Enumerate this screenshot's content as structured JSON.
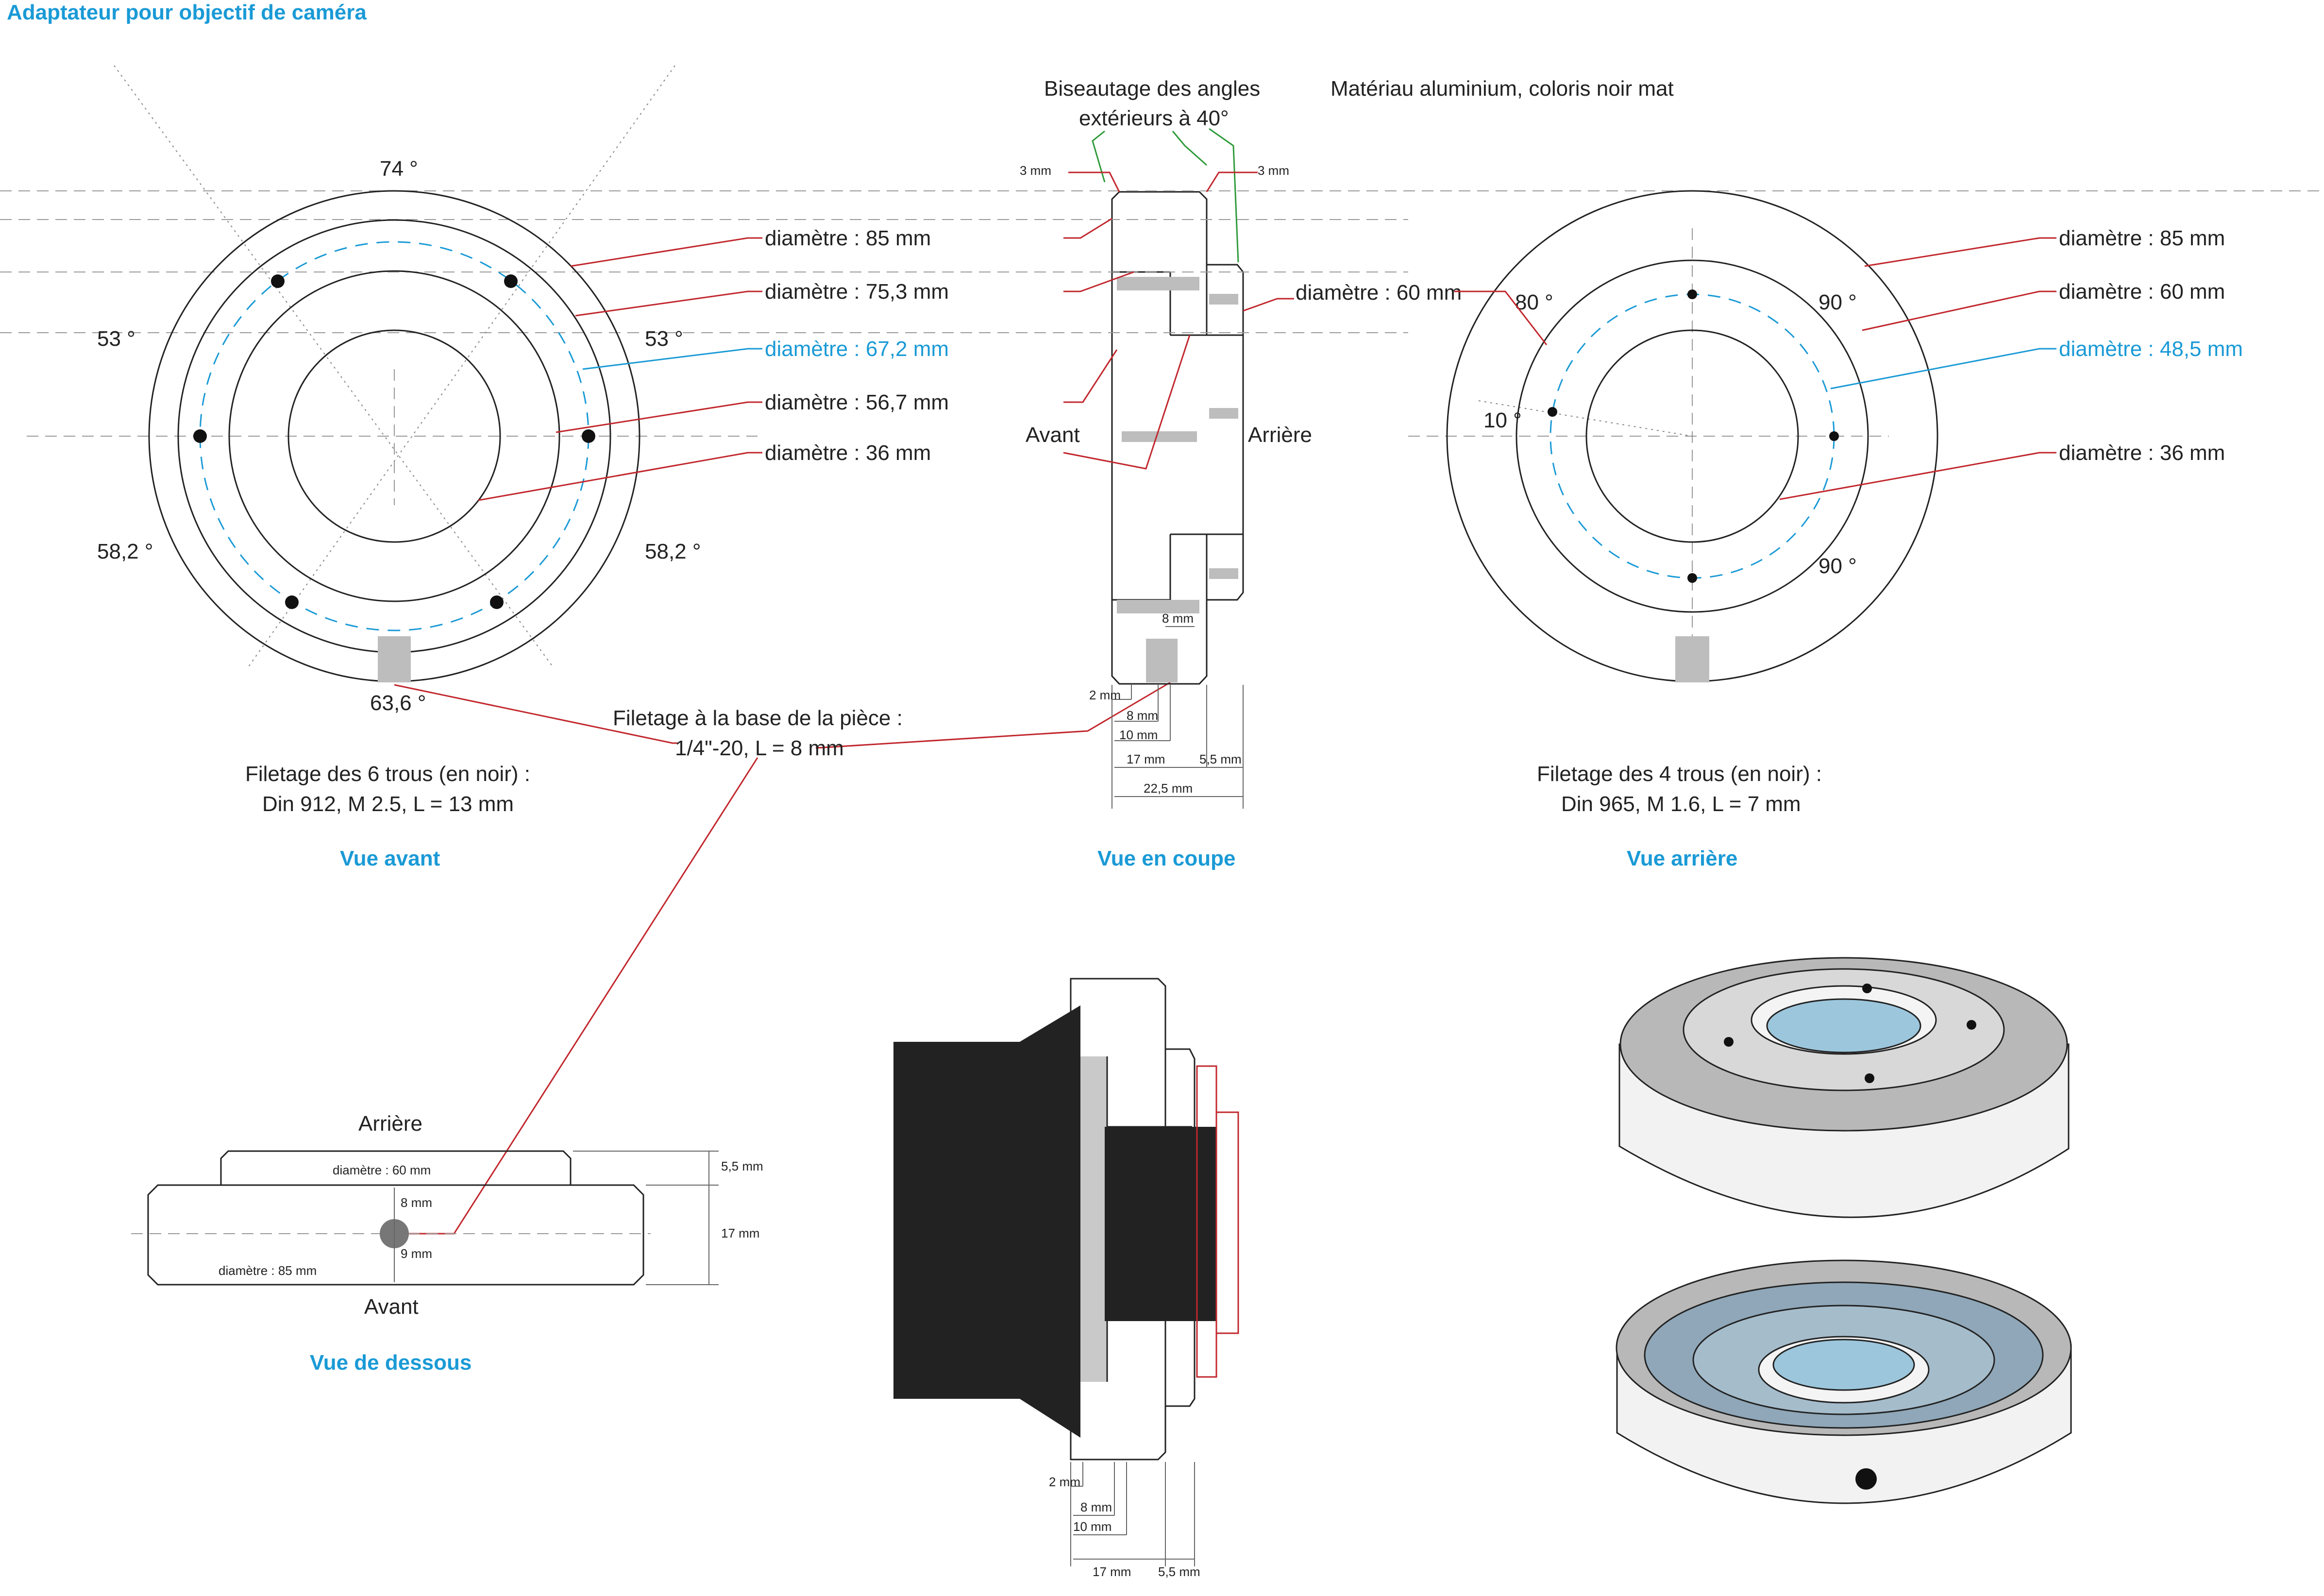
{
  "title": "Adaptateur pour objectif de caméra",
  "notes": {
    "chamfer_line1": "Biseautage des angles",
    "chamfer_line2": "extérieurs à 40°",
    "material": "Matériau aluminium, coloris noir mat",
    "base_thread_line1": "Filetage à la base de la pièce :",
    "base_thread_line2": "1/4\"-20, L = 8 mm"
  },
  "front_view": {
    "title": "Vue avant",
    "thread_line1": "Filetage des 6 trous (en noir) :",
    "thread_line2": "Din 912, M 2.5, L = 13 mm",
    "angles": {
      "top": "74 °",
      "left_upper": "53 °",
      "right_upper": "53 °",
      "left_lower": "58,2 °",
      "right_lower": "58,2 °",
      "bottom": "63,6 °"
    },
    "diameters": [
      "diamètre : 85 mm",
      "diamètre : 75,3 mm",
      "diamètre : 67,2 mm",
      "diamètre : 56,7 mm",
      "diamètre : 36 mm"
    ]
  },
  "section_view": {
    "title": "Vue en coupe",
    "front_label": "Avant",
    "back_label": "Arrière",
    "diameter": "diamètre : 60 mm",
    "dims": {
      "chamfer_left": "3 mm",
      "chamfer_right": "3 mm",
      "d8": "8 mm",
      "d2": "2 mm",
      "d8b": "8 mm",
      "d10": "10 mm",
      "d17": "17 mm",
      "d55": "5,5 mm",
      "d225": "22,5 mm"
    }
  },
  "back_view": {
    "title": "Vue arrière",
    "thread_line1": "Filetage des 4 trous (en noir) :",
    "thread_line2": "Din 965, M 1.6, L = 7 mm",
    "angles": {
      "upper_left": "80 °",
      "upper_right": "90 °",
      "left": "10 °",
      "lower_right": "90 °"
    },
    "diameters": [
      "diamètre : 85 mm",
      "diamètre : 60 mm",
      "diamètre : 48,5 mm",
      "diamètre : 36 mm"
    ]
  },
  "bottom_view": {
    "title": "Vue de dessous",
    "back_label": "Arrière",
    "front_label": "Avant",
    "d60": "diamètre : 60 mm",
    "d85": "diamètre : 85 mm",
    "d8": "8 mm",
    "d9": "9 mm",
    "d55": "5,5 mm",
    "d17": "17 mm"
  },
  "assembly_view": {
    "dims": {
      "d2": "2 mm",
      "d8": "8 mm",
      "d10": "10 mm",
      "d17": "17 mm",
      "d55": "5,5 mm"
    }
  },
  "colors": {
    "accent": "#1a9ad6",
    "leader": "#c1272d",
    "chamfer": "#2e9a3a",
    "lens": "#9cc6dc"
  }
}
